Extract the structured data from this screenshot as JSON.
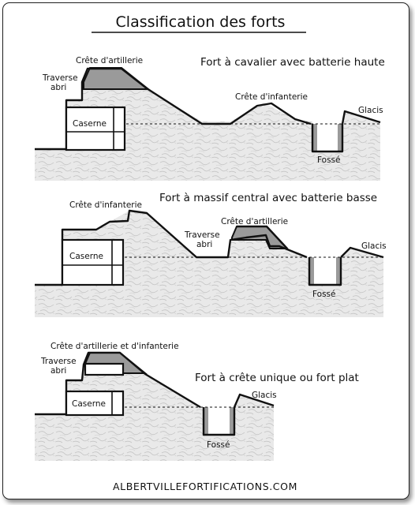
{
  "title": "Classification des forts",
  "footer": "ALBERTVILLEFORTIFICATIONS.COM",
  "sections": [
    {
      "caption": "Fort à cavalier avec batterie haute",
      "labels": {
        "crete_artillerie": "Crête d'artillerie",
        "traverse": "Traverse",
        "abri": "abri",
        "caserne": "Caserne",
        "crete_infanterie": "Crête d'infanterie",
        "glacis": "Glacis",
        "fosse": "Fossé"
      }
    },
    {
      "caption": "Fort à massif central avec batterie basse",
      "labels": {
        "crete_infanterie": "Crête d'infanterie",
        "crete_artillerie": "Crête d'artillerie",
        "traverse": "Traverse",
        "abri": "abri",
        "caserne": "Caserne",
        "glacis": "Glacis",
        "fosse": "Fossé"
      }
    },
    {
      "caption": "Fort à crête unique ou fort plat",
      "labels": {
        "crete_mixte": "Crête d'artillerie et d'infanterie",
        "traverse": "Traverse",
        "abri": "abri",
        "caserne": "Caserne",
        "glacis": "Glacis",
        "fosse": "Fossé"
      }
    }
  ]
}
